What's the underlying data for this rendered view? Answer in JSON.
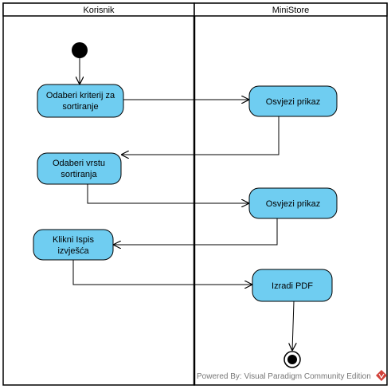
{
  "swimlanes": [
    {
      "title": "Korisnik"
    },
    {
      "title": "MiniStore"
    }
  ],
  "nodes": {
    "choose_criteria": {
      "lines": [
        "Odaberi kriterij za",
        "sortiranje"
      ]
    },
    "refresh_1": {
      "lines": [
        "Osvjezi prikaz"
      ]
    },
    "choose_type": {
      "lines": [
        "Odaberi vrstu",
        "sortiranja"
      ]
    },
    "refresh_2": {
      "lines": [
        "Osvjezi prikaz"
      ]
    },
    "click_report": {
      "lines": [
        "Klikni Ispis",
        "izvješća"
      ]
    },
    "create_pdf": {
      "lines": [
        "Izradi PDF"
      ]
    }
  },
  "watermark": "Powered By: Visual Paradigm Community Edition",
  "colors": {
    "action_fill": "#6fcdf1",
    "stroke": "#000000",
    "logo_red": "#d1413a"
  }
}
